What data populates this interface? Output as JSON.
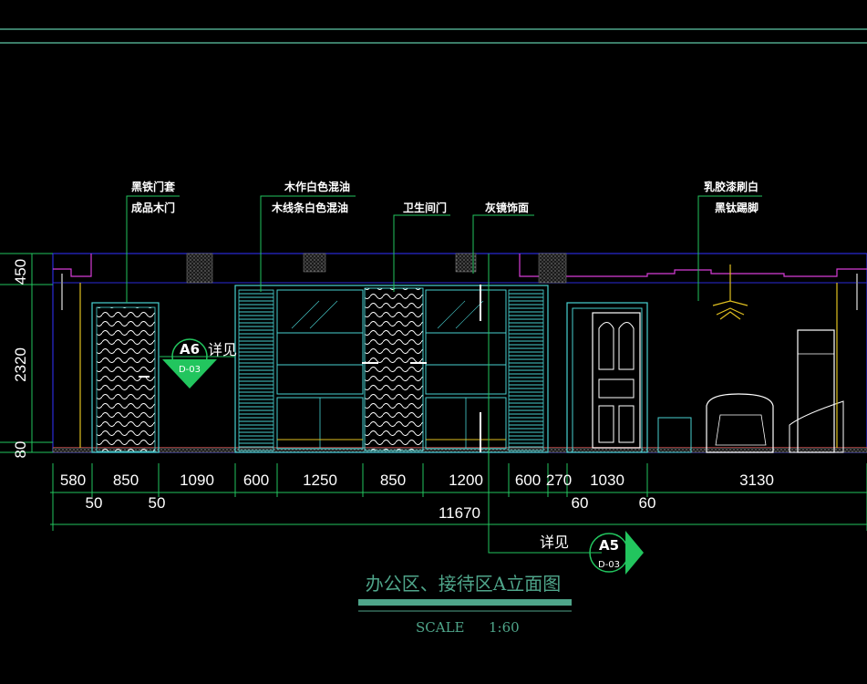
{
  "annotations": {
    "left_door_1": "黑铁门套",
    "left_door_2": "成品木门",
    "cabinet_1": "木作白色混油",
    "cabinet_2": "木线条白色混油",
    "toilet_door": "卫生间门",
    "mirror": "灰镜饰面",
    "right_1": "乳胶漆刷白",
    "right_2": "黑钛踢脚"
  },
  "vertical_dims": [
    "450",
    "2320",
    "80"
  ],
  "horizontal_dims_top": [
    "580",
    "850",
    "1090",
    "600",
    "1250",
    "850",
    "1200",
    "600",
    "270",
    "1030",
    "3130"
  ],
  "horizontal_dims_offset": [
    "50",
    "50",
    "60",
    "60"
  ],
  "total_dim": "11670",
  "callouts": {
    "a6": {
      "id": "A6",
      "sheet": "D-03",
      "note": "详见"
    },
    "a5": {
      "id": "A5",
      "sheet": "D-03",
      "note": "详见"
    }
  },
  "title": "办公区、接待区A立面图",
  "scale_label": "SCALE",
  "scale_value": "1:60",
  "colors": {
    "cyan": "#48d1d1",
    "blue": "#2a2ad8",
    "magenta": "#d63cd6",
    "green": "#22c55e",
    "yellow": "#e0c020",
    "red": "#d02020",
    "teal": "#4fa58a",
    "white": "#ffffff"
  }
}
